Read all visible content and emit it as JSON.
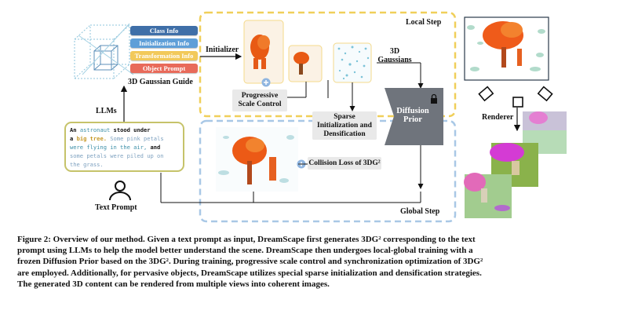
{
  "figure": {
    "guide": {
      "pills": [
        "Class Info",
        "Initialization Info",
        "Transformation Info",
        "Object Prompt"
      ],
      "pill_colors": [
        "#3f6fa8",
        "#5f9fd8",
        "#f2c95a",
        "#e86a5a"
      ],
      "title": "3D Gaussian Guide"
    },
    "llms_label": "LLMs",
    "initializer_label": "Initializer",
    "gaussians_label": "3D Gaussians",
    "local_step": "Local Step",
    "global_step": "Global Step",
    "progressive_scale_control": "Progressive Scale Control",
    "sparse_init": "Sparse Initialization and Densification",
    "diffusion_prior": "Diffusion Prior",
    "collision_loss": "Collision Loss of 3DG²",
    "renderer": "Renderer",
    "text_prompt_label": "Text Prompt",
    "prompt": {
      "t1": "An",
      "t2": "astronaut",
      "t3": "stood under",
      "t4": "a",
      "t5": "big tree.",
      "t6": "Some pink petals",
      "t7": "were flying in the air,",
      "t8": "and",
      "t9": "some petals were piled up on",
      "t10": "the grass."
    },
    "colors": {
      "local_step_border": "#f0cf5a",
      "global_step_border": "#a9c8e6",
      "prompt_border": "#c6c36a",
      "plus_icon": "#8fb5e0",
      "tree_orange": "#f05a16"
    }
  },
  "caption": {
    "line1": "Figure 2: Overview of our method. Given a text prompt as input, DreamScape first generates 3DG² corresponding to the text",
    "line2": "prompt using LLMs to help the model better understand the scene. DreamScape then undergoes local-global training with a",
    "line3": "frozen Diffusion Prior based on the 3DG². During training, progressive scale control and synchronization optimization of 3DG²",
    "line4": "are employed. Additionally, for pervasive objects, DreamScape utilizes special sparse initialization and densification strategies.",
    "line5": "The generated 3D content can be rendered from multiple views into coherent images."
  }
}
